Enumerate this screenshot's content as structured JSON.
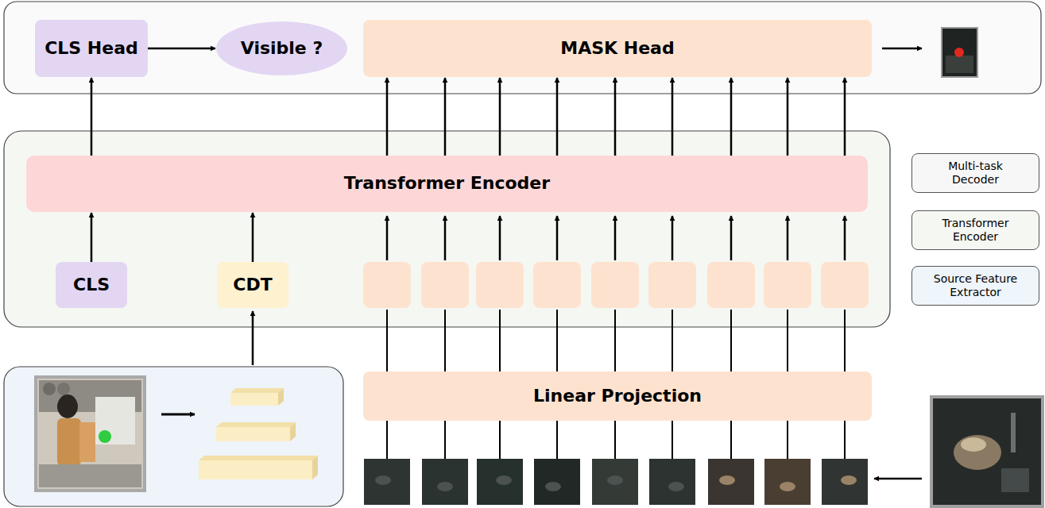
{
  "diagram": {
    "nodes": [
      {
        "text": [
          "CLS Head"
        ]
      },
      {
        "text": [
          "Visible ?"
        ]
      },
      {
        "text": [
          "MASK Head"
        ]
      },
      {
        "text": [
          "Multi-task Decoder"
        ]
      },
      {
        "text": [
          "Transformer Encoder"
        ]
      },
      {
        "text": [
          "Transformer Encoder"
        ]
      },
      {
        "text": [
          "CLS"
        ]
      },
      {
        "text": [
          "CDT"
        ]
      },
      {
        "text": [
          "Source Feature Extractor"
        ]
      },
      {
        "text": [
          "Linear Projection"
        ]
      }
    ],
    "edges": [
      {
        "from": 0,
        "to": 1,
        "arrow": "to"
      },
      {
        "from": 4,
        "to": 2,
        "arrow": "to"
      },
      {
        "from": 4,
        "to": 2,
        "arrow": "to"
      },
      {
        "from": 4,
        "to": 2,
        "arrow": "to"
      },
      {
        "from": 4,
        "to": 2,
        "arrow": "to"
      },
      {
        "from": 4,
        "to": 2,
        "arrow": "to"
      },
      {
        "from": 4,
        "to": 2,
        "arrow": "to"
      },
      {
        "from": 4,
        "to": 2,
        "arrow": "to"
      },
      {
        "from": 4,
        "to": 2,
        "arrow": "to"
      },
      {
        "from": 4,
        "to": 2,
        "arrow": "to"
      },
      {
        "from": 4,
        "to": 0,
        "arrow": "to"
      },
      {
        "from": 6,
        "to": 4,
        "arrow": "to"
      },
      {
        "from": 7,
        "to": 4,
        "arrow": "to"
      }
    ]
  }
}
